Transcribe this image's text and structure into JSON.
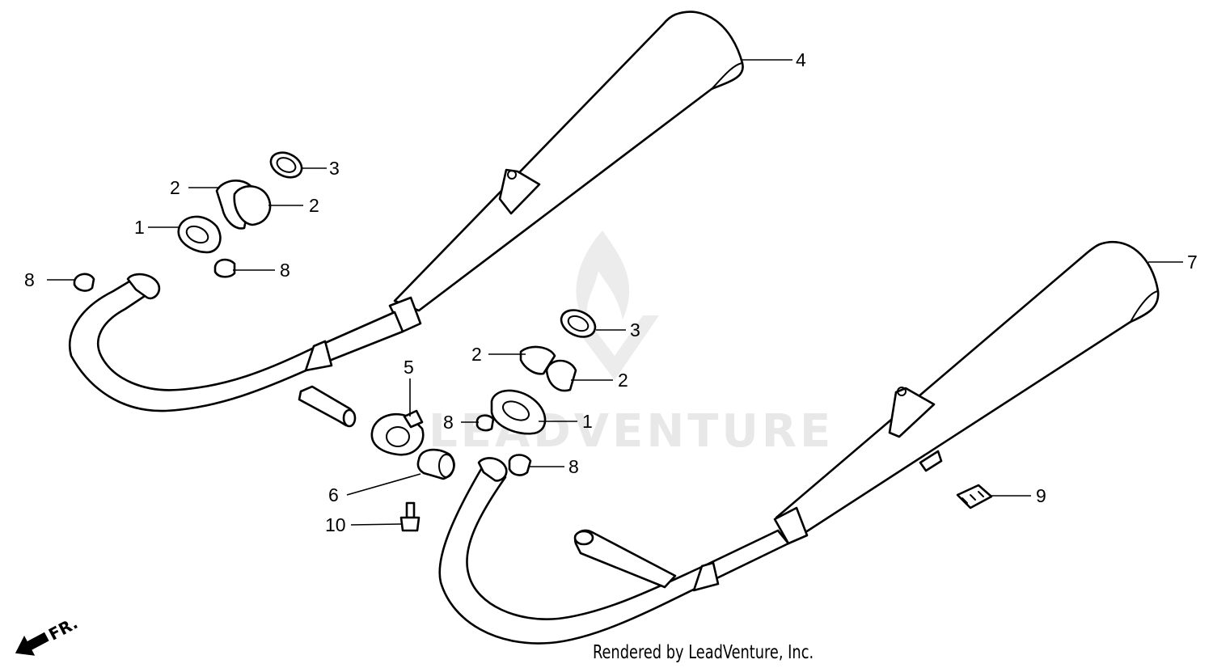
{
  "watermark": {
    "brand_text": "LEADVENTURE"
  },
  "credit": "Rendered by LeadVenture, Inc.",
  "direction_indicator": {
    "label": "FR."
  },
  "callouts": {
    "c1_left": "1",
    "c2_left_a": "2",
    "c2_left_b": "2",
    "c3_left": "3",
    "c4": "4",
    "c8_far_left": "8",
    "c8_left": "8",
    "c5": "5",
    "c6": "6",
    "c10": "10",
    "c8_mid": "8",
    "c8_bottom": "8",
    "c1_right": "1",
    "c2_right_a": "2",
    "c2_right_b": "2",
    "c3_right": "3",
    "c7": "7",
    "c9": "9"
  }
}
